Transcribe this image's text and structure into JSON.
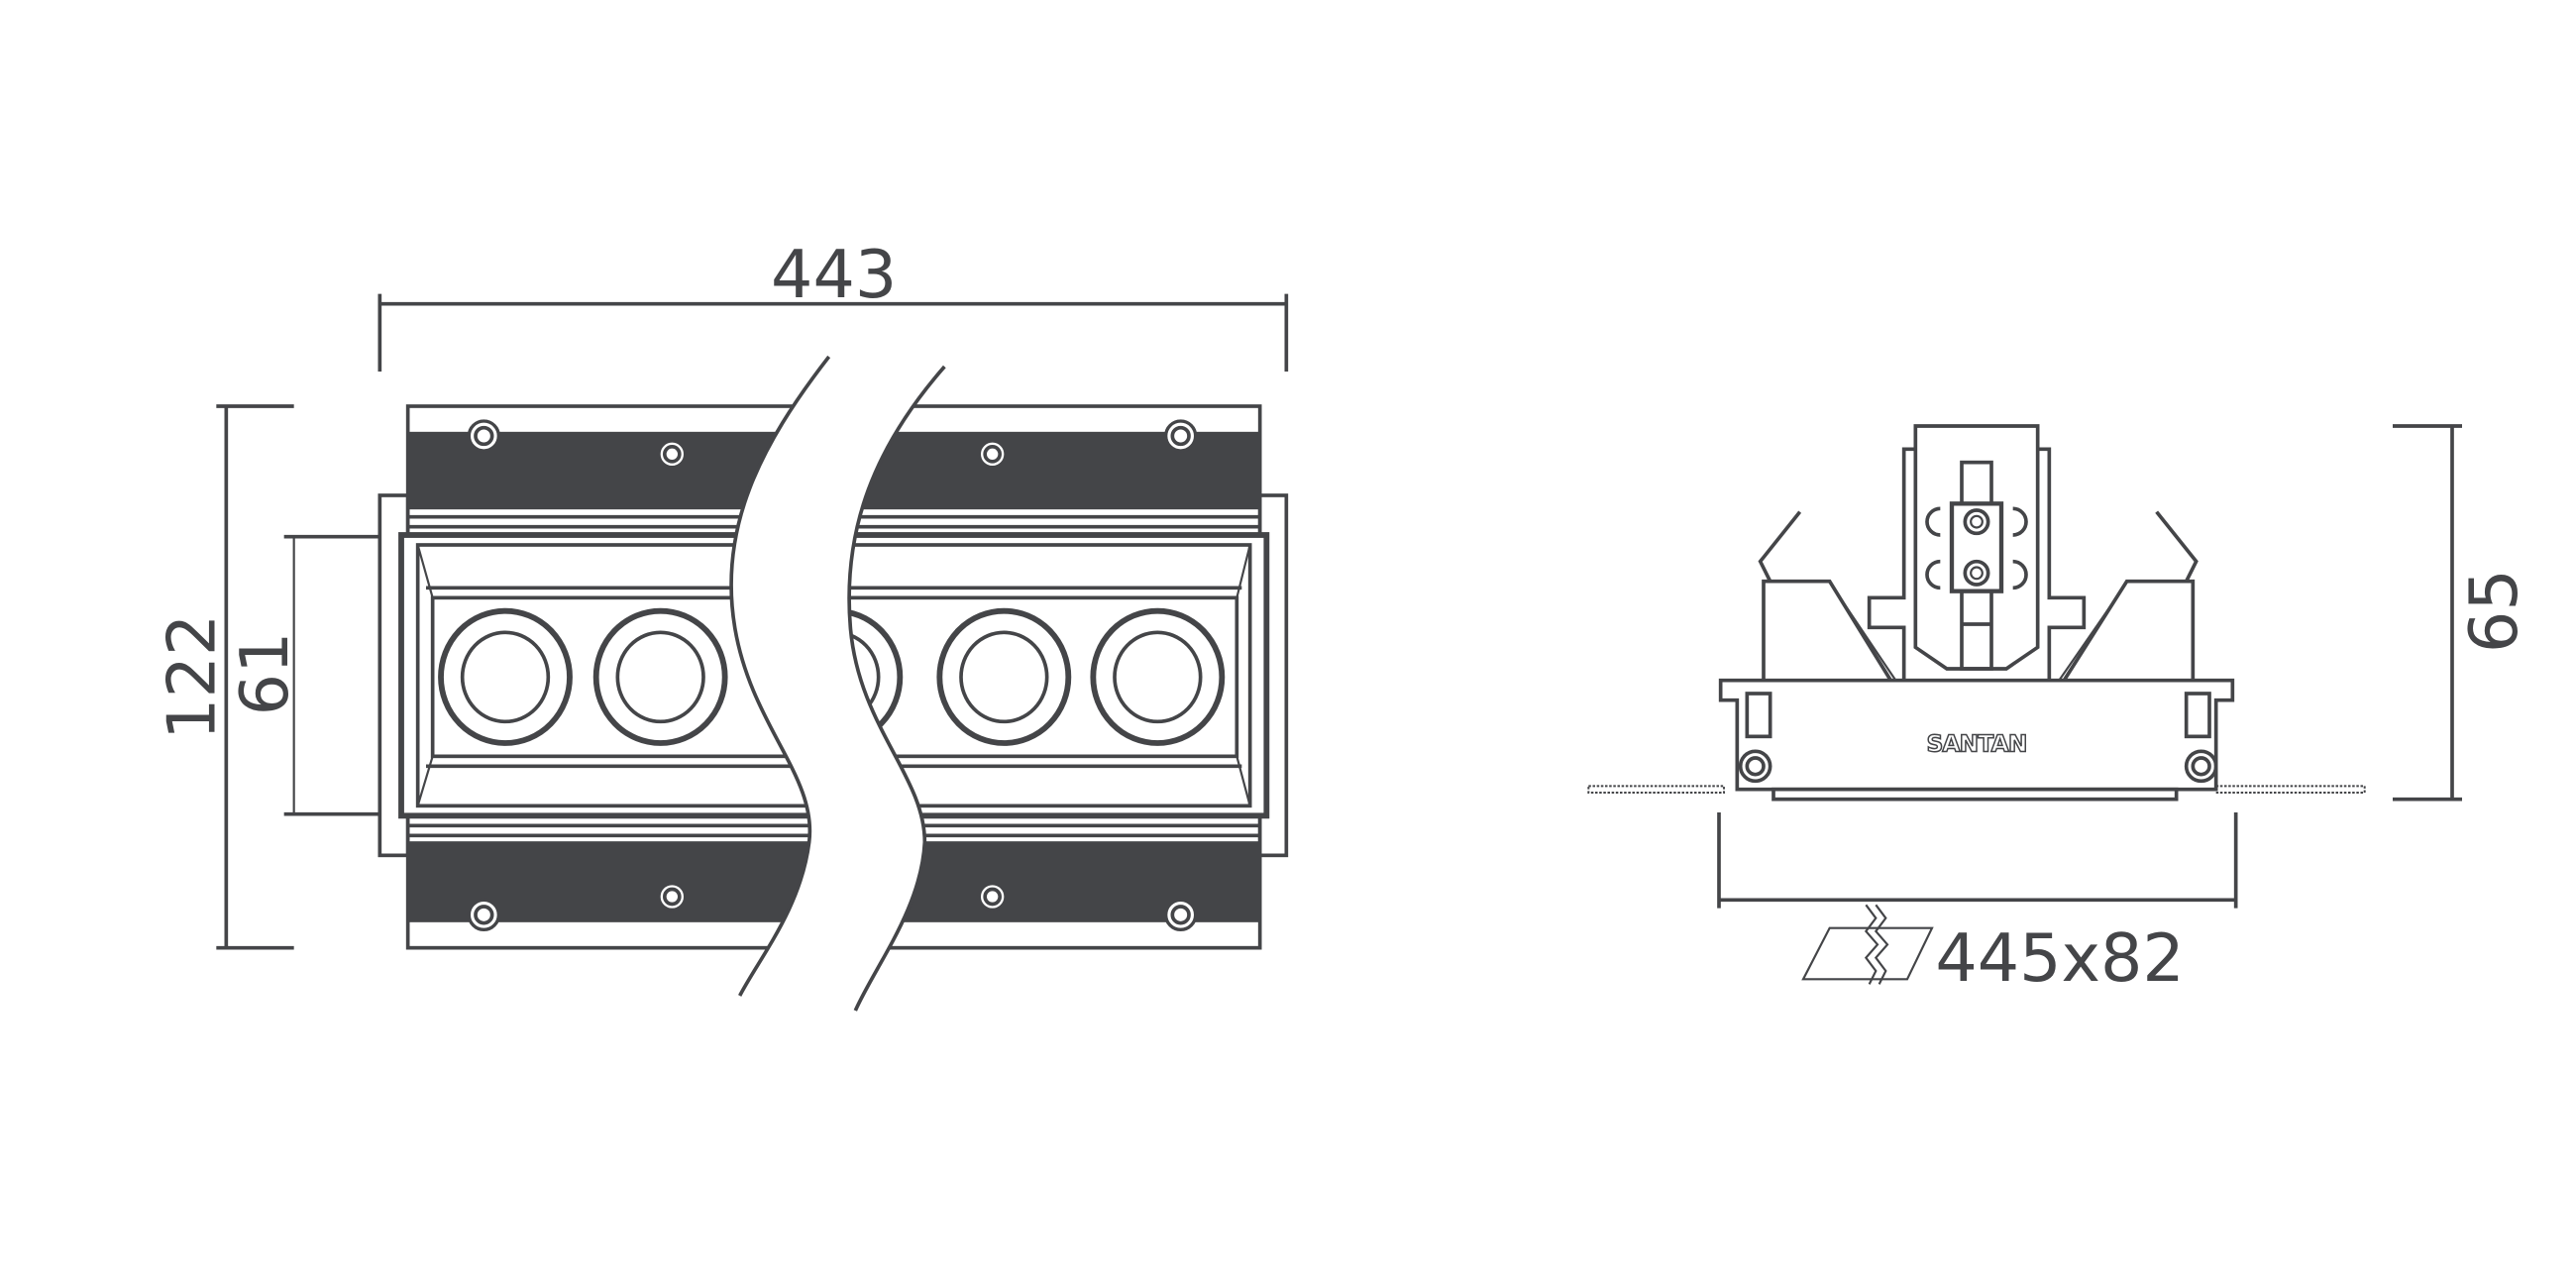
{
  "drawing": {
    "front_view": {
      "length_label": "443",
      "height_label": "122",
      "inner_height_label": "61",
      "lens_count": 5
    },
    "side_view": {
      "depth_label": "65",
      "cutout_label": "445x82",
      "brand_logo": "SANTAN"
    },
    "line_color": "#444548"
  }
}
